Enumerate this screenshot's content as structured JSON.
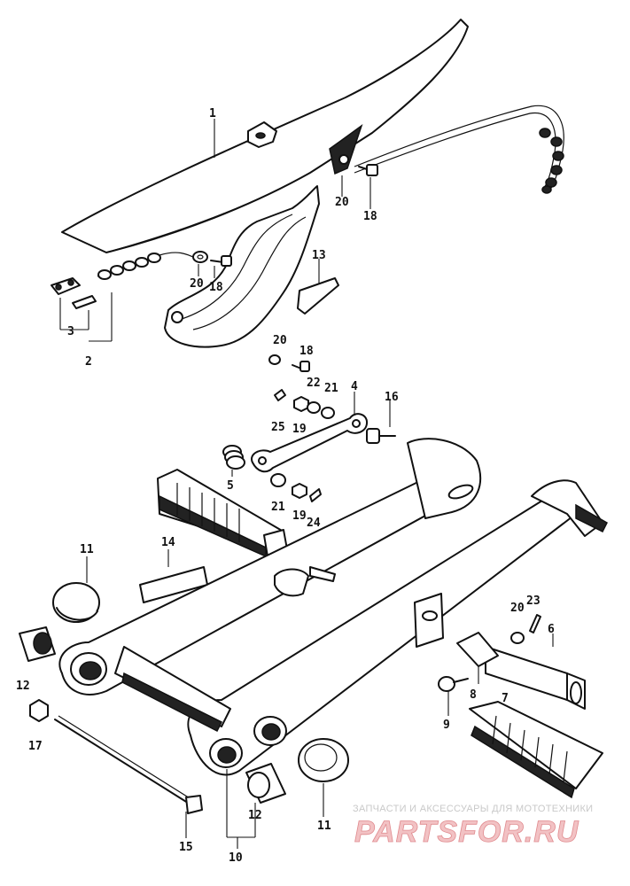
{
  "labels": {
    "p1": "1",
    "p2": "2",
    "p3": "3",
    "p4": "4",
    "p5": "5",
    "p6": "6",
    "p7": "7",
    "p8": "8",
    "p9": "9",
    "p10": "10",
    "p11a": "11",
    "p11b": "11",
    "p12a": "12",
    "p12b": "12",
    "p13": "13",
    "p14": "14",
    "p15": "15",
    "p16": "16",
    "p17": "17",
    "p18a": "18",
    "p18b": "18",
    "p18c": "18",
    "p19a": "19",
    "p19b": "19",
    "p20a": "20",
    "p20b": "20",
    "p20c": "20",
    "p20d": "20",
    "p21a": "21",
    "p21b": "21",
    "p22": "22",
    "p23": "23",
    "p24": "24",
    "p25": "25"
  },
  "watermark": {
    "tagline": "ЗАПЧАСТИ И АКСЕССУАРЫ ДЛЯ МОТОТЕХНИКИ",
    "logo": "PARTSFOR.RU"
  }
}
